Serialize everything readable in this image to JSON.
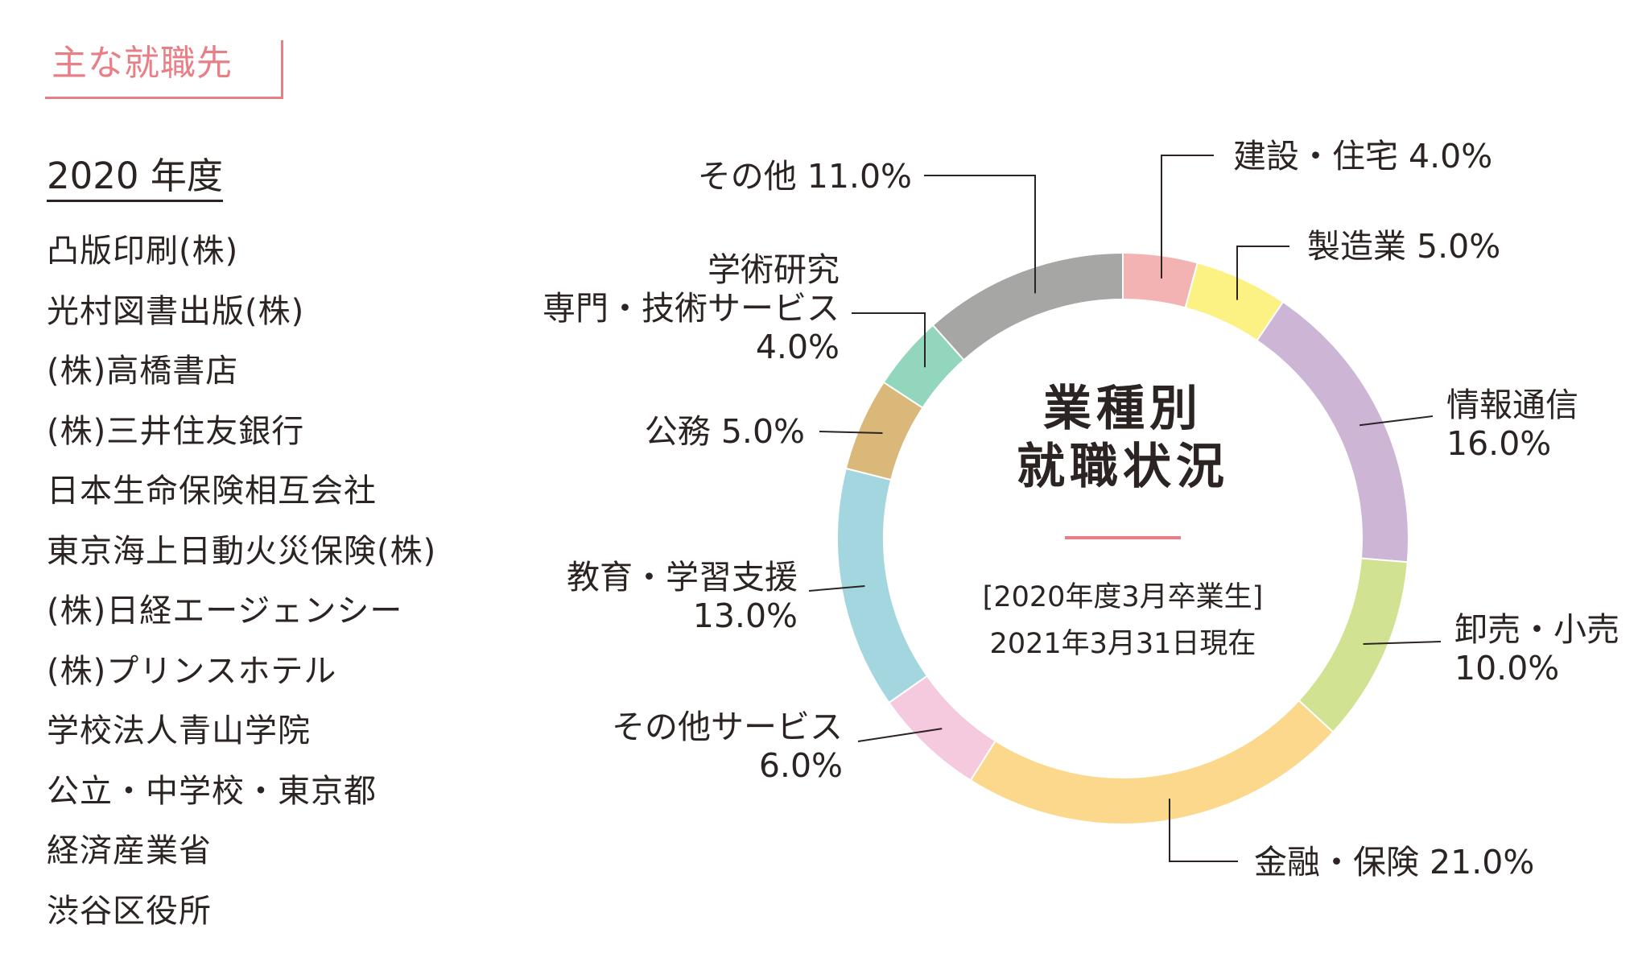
{
  "section_title": "主な就職先",
  "year_heading": "2020 年度",
  "companies": [
    "凸版印刷(株)",
    "光村図書出版(株)",
    "(株)高橋書店",
    "(株)三井住友銀行",
    "日本生命保険相互会社",
    "東京海上日動火災保険(株)",
    "(株)日経エージェンシー",
    "(株)プリンスホテル",
    "学校法人青山学院",
    "公立・中学校・東京都",
    "経済産業省",
    "渋谷区役所"
  ],
  "chart_data": {
    "type": "pie",
    "title": [
      "業種別",
      "就職状況"
    ],
    "subtitle": [
      "[2020年度3月卒業生]",
      "2021年3月31日現在"
    ],
    "accent_color": "#e97f86",
    "slices": [
      {
        "label": [
          "建設・住宅 4.0%"
        ],
        "value": 4.0,
        "color": "#f4b3b3"
      },
      {
        "label": [
          "製造業 5.0%"
        ],
        "value": 5.0,
        "color": "#fbf283"
      },
      {
        "label": [
          "情報通信",
          "16.0%"
        ],
        "value": 16.0,
        "color": "#cdb5d6"
      },
      {
        "label": [
          "卸売・小売",
          "10.0%"
        ],
        "value": 10.0,
        "color": "#d1e393"
      },
      {
        "label": [
          "金融・保険 21.0%"
        ],
        "value": 21.0,
        "color": "#fcd88c"
      },
      {
        "label": [
          "その他サービス",
          "6.0%"
        ],
        "value": 6.0,
        "color": "#f5c9de"
      },
      {
        "label": [
          "教育・学習支援",
          "13.0%"
        ],
        "value": 13.0,
        "color": "#a4d6df"
      },
      {
        "label": [
          "公務 5.0%"
        ],
        "value": 5.0,
        "color": "#d9b87a"
      },
      {
        "label": [
          "学術研究",
          "専門・技術サービス",
          "4.0%"
        ],
        "value": 4.0,
        "color": "#93d6be"
      },
      {
        "label": [
          "その他 11.0%"
        ],
        "value": 11.0,
        "color": "#a6a7a5"
      }
    ]
  }
}
